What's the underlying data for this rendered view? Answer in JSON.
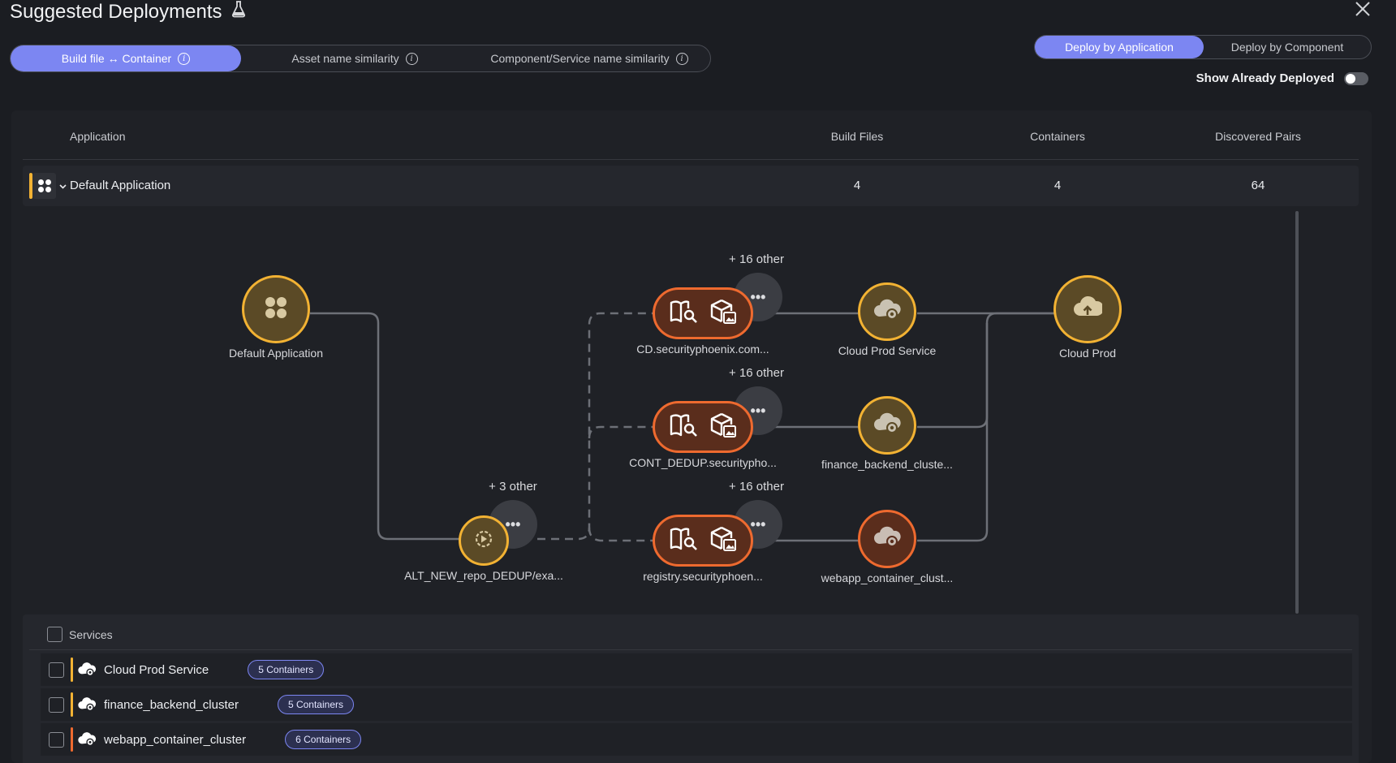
{
  "header": {
    "title": "Suggested Deployments"
  },
  "strategy_tabs": [
    {
      "label": "Build file ↔ Container",
      "active": true
    },
    {
      "label": "Asset name similarity",
      "active": false
    },
    {
      "label": "Component/Service name similarity",
      "active": false
    }
  ],
  "deploy_tabs": [
    {
      "label": "Deploy by Application",
      "active": true
    },
    {
      "label": "Deploy by Component",
      "active": false
    }
  ],
  "show_deployed": {
    "label": "Show Already Deployed",
    "enabled": false
  },
  "table": {
    "headers": [
      "Application",
      "Build Files",
      "Containers",
      "Discovered Pairs"
    ],
    "row": {
      "name": "Default Application",
      "build_files": "4",
      "containers": "4",
      "pairs": "64"
    }
  },
  "graph": {
    "app_node": {
      "label": "Default Application",
      "icon": "grid-icon"
    },
    "repo_node": {
      "label": "ALT_NEW_repo_DEDUP/exa...",
      "more": "+ 3 other",
      "icon": "gear-play-icon"
    },
    "pairs": [
      {
        "label": "CD.securityphoenix.com...",
        "more": "+ 16 other"
      },
      {
        "label": "CONT_DEDUP.securitypho...",
        "more": "+ 16 other"
      },
      {
        "label": "registry.securityphoen...",
        "more": "+ 16 other"
      }
    ],
    "services": [
      {
        "label": "Cloud Prod Service",
        "color": "#f2b233"
      },
      {
        "label": "finance_backend_cluste...",
        "color": "#f2b233"
      },
      {
        "label": "webapp_container_clust...",
        "color": "#ee6a2f"
      }
    ],
    "env_node": {
      "label": "Cloud Prod",
      "icon": "cloud-upload-icon"
    },
    "more_glyph": "•••"
  },
  "services_list": {
    "header": "Services",
    "rows": [
      {
        "name": "Cloud Prod Service",
        "badge": "5 Containers",
        "color": "#f2b233"
      },
      {
        "name": "finance_backend_cluster",
        "badge": "5 Containers",
        "color": "#f2b233"
      },
      {
        "name": "webapp_container_cluster",
        "badge": "6 Containers",
        "color": "#ee6a2f"
      }
    ]
  },
  "colors": {
    "accent": "#7c86f2",
    "warning": "#f2b233",
    "danger": "#ee6a2f",
    "background": "#1b1d22"
  }
}
